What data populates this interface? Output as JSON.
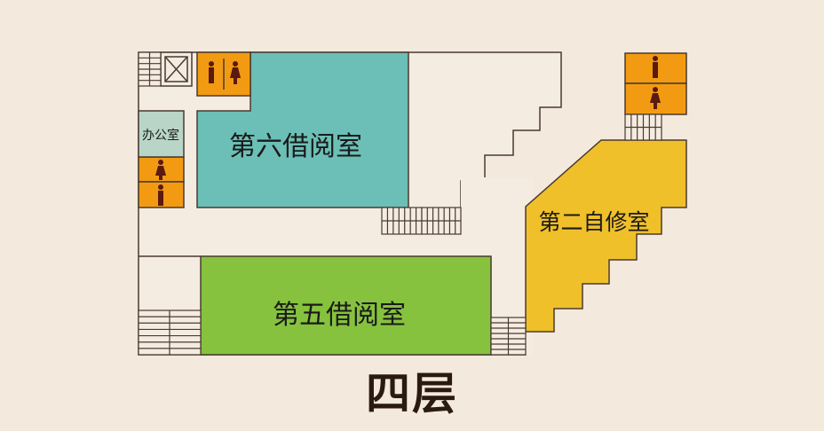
{
  "title": "四层",
  "rooms": {
    "reading_6": "第六借阅室",
    "reading_5": "第五借阅室",
    "study_2": "第二自修室",
    "office": "办公室"
  },
  "colors": {
    "teal": "#6cbfb6",
    "green": "#86c23e",
    "yellow": "#f0c02a",
    "orange": "#f29b12",
    "office": "#b9d5c8",
    "background": "#f3e9dd"
  },
  "icons": [
    "male-toilet-icon",
    "female-toilet-icon",
    "elevator-icon",
    "stairs-icon"
  ]
}
